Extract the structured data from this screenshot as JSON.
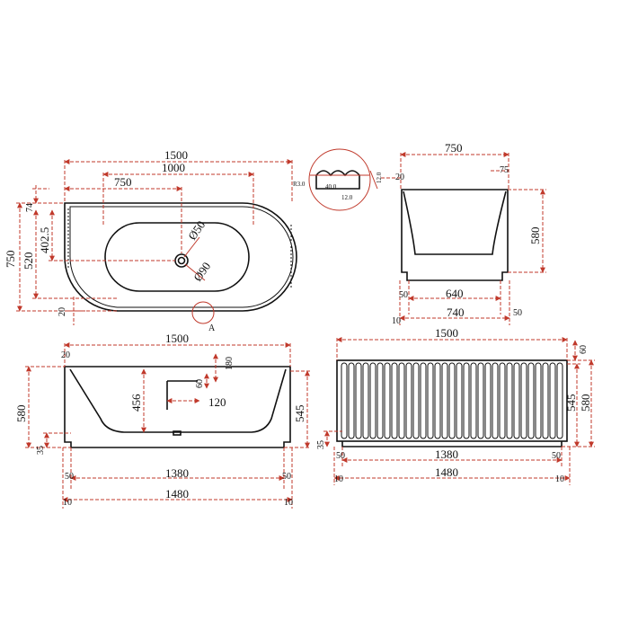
{
  "colors": {
    "dimension": "#c0392b",
    "outline": "#111111",
    "background": "#ffffff"
  },
  "top_view": {
    "overall_length": "1500",
    "inner_length": "1000",
    "bowl_length": "750",
    "overall_width": "750",
    "inner_width": "520",
    "depth_to_drain": "402.5",
    "top_offset": "74",
    "rim": "20",
    "drain_dia": "Ø50",
    "outer_dia": "Ø90",
    "detail_ref": "A"
  },
  "detail_a": {
    "d1": "R3.0",
    "d2": "40.0",
    "d3": "12.0",
    "d4": "12.0"
  },
  "side_view": {
    "width_top": "750",
    "height": "580",
    "rim": "20",
    "rim_right": "75",
    "inner_width": "640",
    "base_width": "740",
    "foot_left": "50",
    "foot_right": "50",
    "foot_bottom": "10"
  },
  "front_section": {
    "overall_length": "1500",
    "rim": "20",
    "overflow_depth": "180",
    "overflow_offset": "60",
    "overflow_dia": "120",
    "inner_depth": "456",
    "height": "580",
    "height_inner": "545",
    "plinth": "35",
    "base_inner": "1380",
    "base_outer": "1480",
    "foot_left": "50",
    "foot_right": "50",
    "foot_bottom_left": "10",
    "foot_bottom_right": "10"
  },
  "front_elevation": {
    "overall_length": "1500",
    "rim": "60",
    "height_inner": "545",
    "height": "580",
    "plinth": "35",
    "base_inner": "1380",
    "base_outer": "1480",
    "foot_left": "50",
    "foot_right": "50",
    "foot_bottom_left": "10",
    "foot_bottom_right": "10"
  }
}
